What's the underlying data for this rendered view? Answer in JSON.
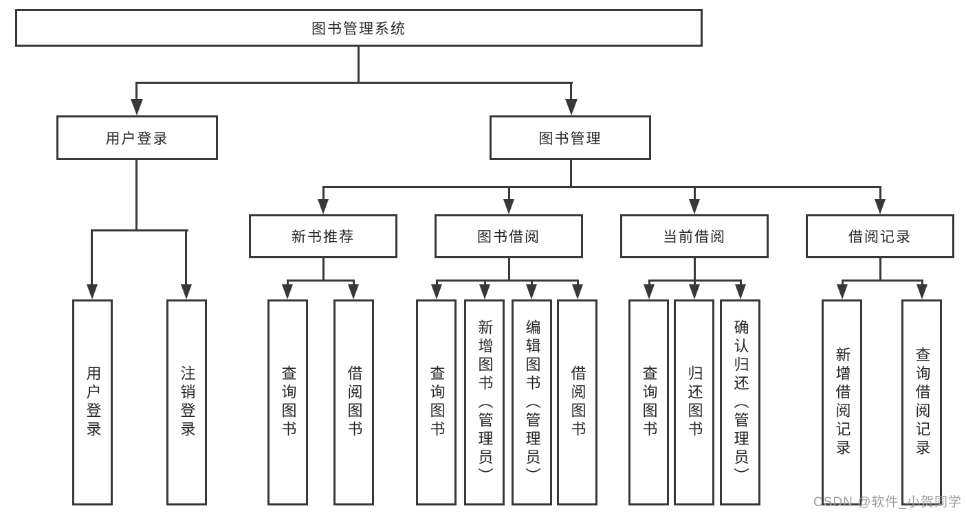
{
  "colors": {
    "line": "#383838",
    "box_border": "#383838",
    "text": "#262626",
    "watermark": "#9e9e9e",
    "background": "#ffffff"
  },
  "tree": {
    "label": "图书管理系统",
    "children": [
      {
        "label": "用户登录",
        "children": [
          {
            "label": "用户登录"
          },
          {
            "label": "注销登录"
          }
        ]
      },
      {
        "label": "图书管理",
        "children": [
          {
            "label": "新书推荐",
            "children": [
              {
                "label": "查询图书"
              },
              {
                "label": "借阅图书"
              }
            ]
          },
          {
            "label": "图书借阅",
            "children": [
              {
                "label": "查询图书"
              },
              {
                "label": "新增图书（管理员）"
              },
              {
                "label": "编辑图书（管理员）"
              },
              {
                "label": "借阅图书"
              }
            ]
          },
          {
            "label": "当前借阅",
            "children": [
              {
                "label": "查询图书"
              },
              {
                "label": "归还图书"
              },
              {
                "label": "确认归还（管理员）"
              }
            ]
          },
          {
            "label": "借阅记录",
            "children": [
              {
                "label": "新增借阅记录"
              },
              {
                "label": "查询借阅记录"
              }
            ]
          }
        ]
      }
    ]
  },
  "watermark": {
    "text": "CSDN @软件_小贺同学"
  }
}
